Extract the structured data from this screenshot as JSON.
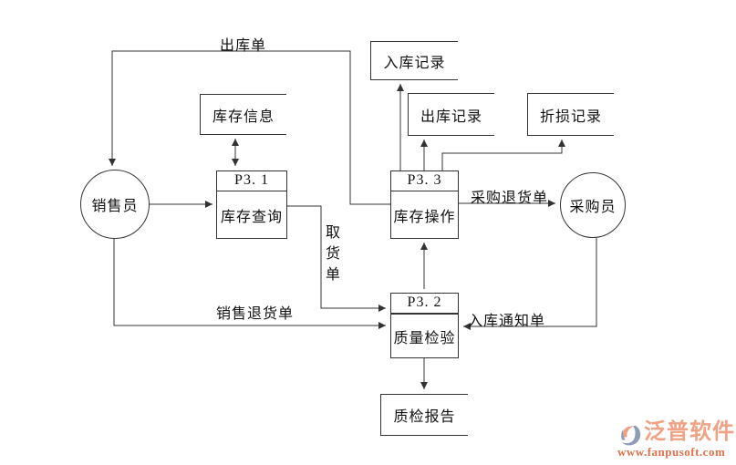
{
  "diagram": {
    "entities": {
      "sales": {
        "label": "销售员"
      },
      "purchase": {
        "label": "采购员"
      }
    },
    "processes": {
      "p31": {
        "code": "P3. 1",
        "name": "库存查询"
      },
      "p32": {
        "code": "P3. 2",
        "name": "质量检验"
      },
      "p33": {
        "code": "P3. 3",
        "name": "库存操作"
      }
    },
    "stores": {
      "inventory_info": {
        "label": "库存信息"
      },
      "inbound_records": {
        "label": "入库记录"
      },
      "outbound_records": {
        "label": "出库记录"
      },
      "damage_records": {
        "label": "折损记录"
      },
      "qc_report": {
        "label": "质检报告"
      }
    },
    "flows": {
      "outbound_order": {
        "label": "出库单"
      },
      "pickup_order": {
        "label": "取货单"
      },
      "sales_return_order": {
        "label": "销售退货单"
      },
      "purchase_return_order": {
        "label": "采购退货单"
      },
      "inbound_notice": {
        "label": "入库通知单"
      }
    },
    "line_color": "#333333"
  },
  "watermark": {
    "brand": "泛普软件",
    "url": "www.fanpusoft.com",
    "brand_color": "#f0a285",
    "url_color": "#e2714b",
    "icon_blue": "#8e9db5",
    "icon_salmon": "#ee9d7f"
  }
}
